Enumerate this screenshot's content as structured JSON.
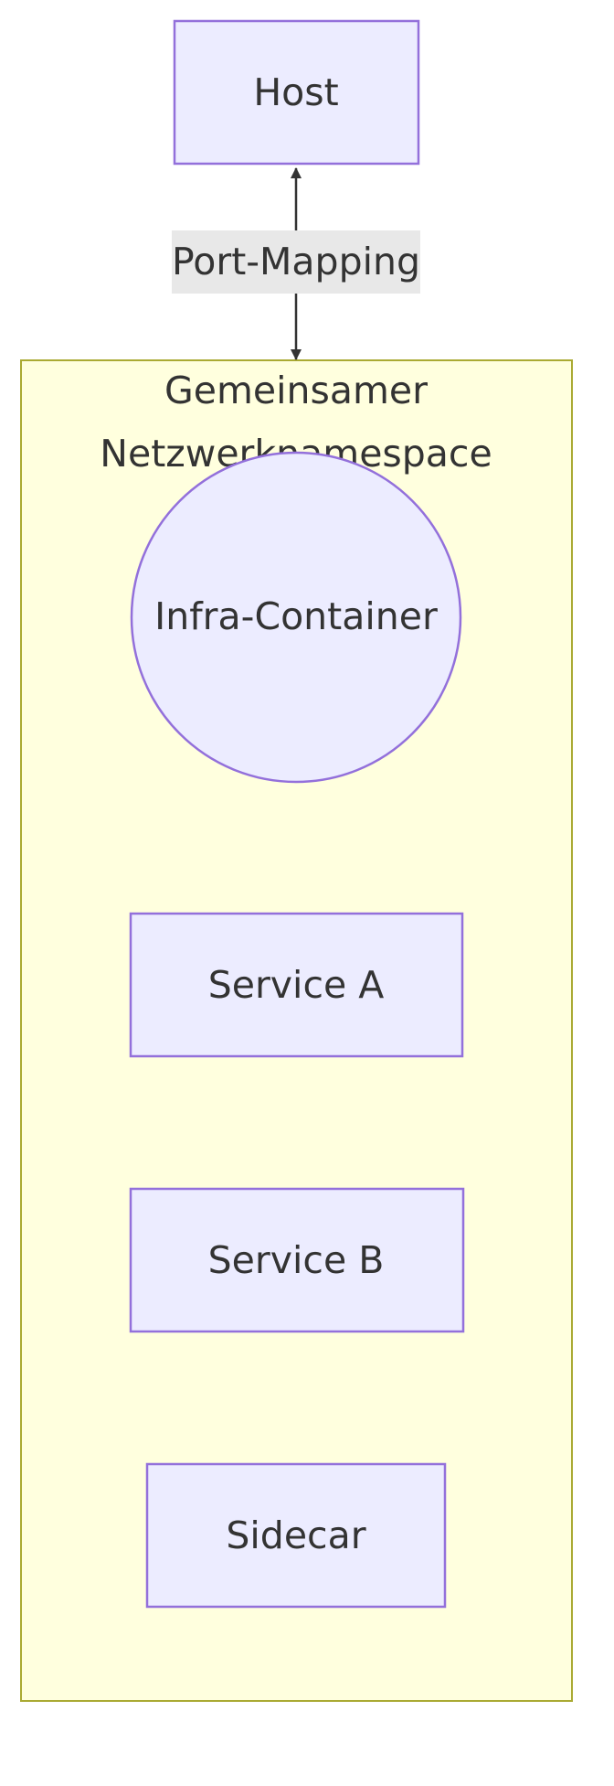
{
  "diagram": {
    "nodes": {
      "host": {
        "label": "Host"
      },
      "infra": {
        "label": "Infra-Container"
      },
      "service_a": {
        "label": "Service A"
      },
      "service_b": {
        "label": "Service B"
      },
      "sidecar": {
        "label": "Sidecar"
      }
    },
    "cluster": {
      "label_line1": "Gemeinsamer",
      "label_line2": "Netzwerknamespace"
    },
    "edges": {
      "port_mapping": {
        "label": "Port-Mapping"
      }
    }
  },
  "colors": {
    "node_fill": "#ECECFF",
    "node_stroke": "#9370DB",
    "cluster_fill": "#FFFFDE",
    "cluster_stroke": "#AAAA33",
    "text": "#333333",
    "edge_label_bg": "#E8E8E8"
  }
}
